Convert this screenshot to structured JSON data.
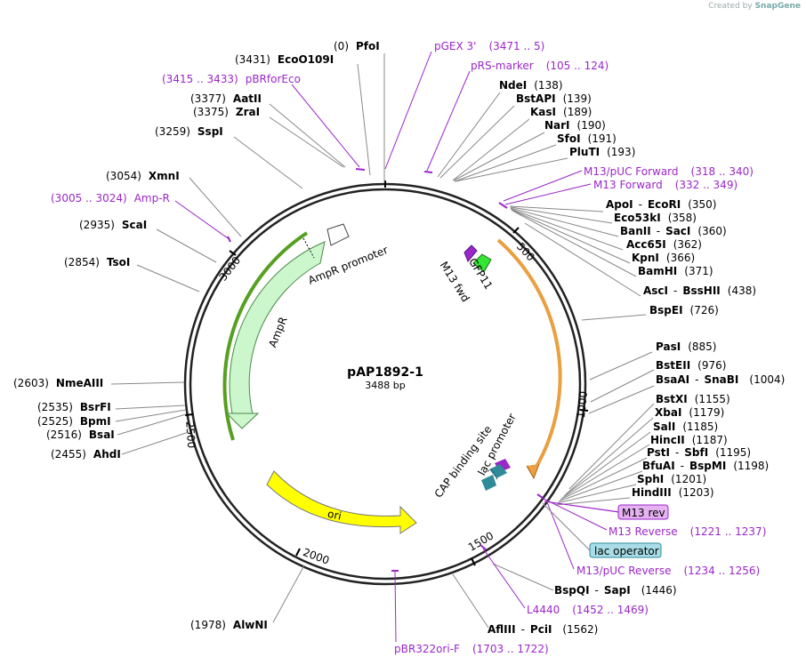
{
  "credit": {
    "prefix": "Created by",
    "brand": "SnapGene"
  },
  "plasmid": {
    "name": "pAP1892-1",
    "size": "3488 bp"
  },
  "ruler": [
    "500",
    "1000",
    "1500",
    "2000",
    "2500",
    "3000"
  ],
  "sites_right": [
    {
      "name": "NdeI",
      "pos": "(138)"
    },
    {
      "name": "BstAPI",
      "pos": "(139)"
    },
    {
      "name": "KasI",
      "pos": "(189)"
    },
    {
      "name": "NarI",
      "pos": "(190)"
    },
    {
      "name": "SfoI",
      "pos": "(191)"
    },
    {
      "name": "PluTI",
      "pos": "(193)"
    },
    {
      "name": "ApoI",
      "sep": "-",
      "name2": "EcoRI",
      "pos": "(350)"
    },
    {
      "name": "Eco53kI",
      "pos": "(358)"
    },
    {
      "name": "BanII",
      "sep": "-",
      "name2": "SacI",
      "pos": "(360)"
    },
    {
      "name": "Acc65I",
      "pos": "(362)"
    },
    {
      "name": "KpnI",
      "pos": "(366)"
    },
    {
      "name": "BamHI",
      "pos": "(371)"
    },
    {
      "name": "AscI",
      "sep": "-",
      "name2": "BssHII",
      "pos": "(438)"
    },
    {
      "name": "BspEI",
      "pos": "(726)"
    },
    {
      "name": "PasI",
      "pos": "(885)"
    },
    {
      "name": "BstEII",
      "pos": "(976)"
    },
    {
      "name": "BsaAI",
      "sep": "-",
      "name2": "SnaBI",
      "pos": "(1004)"
    },
    {
      "name": "BstXI",
      "pos": "(1155)"
    },
    {
      "name": "XbaI",
      "pos": "(1179)"
    },
    {
      "name": "SalI",
      "pos": "(1185)"
    },
    {
      "name": "HincII",
      "pos": "(1187)"
    },
    {
      "name": "PstI",
      "sep": "-",
      "name2": "SbfI",
      "pos": "(1195)"
    },
    {
      "name": "BfuAI",
      "sep": "-",
      "name2": "BspMI",
      "pos": "(1198)"
    },
    {
      "name": "SphI",
      "pos": "(1201)"
    },
    {
      "name": "HindIII",
      "pos": "(1203)"
    },
    {
      "name": "BspQI",
      "sep": "-",
      "name2": "SapI",
      "pos": "(1446)"
    },
    {
      "name": "AflIII",
      "sep": "-",
      "name2": "PciI",
      "pos": "(1562)"
    }
  ],
  "sites_left": [
    {
      "name": "PfoI",
      "pos": "(0)"
    },
    {
      "name": "EcoO109I",
      "pos": "(3431)"
    },
    {
      "name": "AatII",
      "pos": "(3377)"
    },
    {
      "name": "ZraI",
      "pos": "(3375)"
    },
    {
      "name": "SspI",
      "pos": "(3259)"
    },
    {
      "name": "XmnI",
      "pos": "(3054)"
    },
    {
      "name": "ScaI",
      "pos": "(2935)"
    },
    {
      "name": "TsoI",
      "pos": "(2854)"
    },
    {
      "name": "NmeAIII",
      "pos": "(2603)"
    },
    {
      "name": "BsrFI",
      "pos": "(2535)"
    },
    {
      "name": "BpmI",
      "pos": "(2525)"
    },
    {
      "name": "BsaI",
      "pos": "(2516)"
    },
    {
      "name": "AhdI",
      "pos": "(2455)"
    },
    {
      "name": "AlwNI",
      "pos": "(1978)"
    }
  ],
  "primers": [
    {
      "name": "pGEX 3'",
      "range": "(3471 .. 5)"
    },
    {
      "name": "pRS-marker",
      "range": "(105 .. 124)"
    },
    {
      "name": "pBRforEco",
      "range": "(3415 .. 3433)"
    },
    {
      "name": "M13/pUC Forward",
      "range": "(318 .. 340)"
    },
    {
      "name": "M13 Forward",
      "range": "(332 .. 349)"
    },
    {
      "name": "Amp-R",
      "range": "(3005 .. 3024)"
    },
    {
      "name": "M13 Reverse",
      "range": "(1221 .. 1237)"
    },
    {
      "name": "M13/pUC Reverse",
      "range": "(1234 .. 1256)"
    },
    {
      "name": "L4440",
      "range": "(1452 .. 1469)"
    },
    {
      "name": "pBR322ori-F",
      "range": "(1703 .. 1722)"
    }
  ],
  "boxed_features": [
    {
      "name": "M13 rev",
      "color": "#e6b3f2"
    },
    {
      "name": "lac operator",
      "color": "#a8dde8"
    }
  ],
  "features": {
    "ampr_promoter": "AmpR promoter",
    "ampr": "AmpR",
    "m13_fwd": "M13 fwd",
    "gfp11": "GFP11",
    "ori": "ori",
    "cap": "CAP binding site",
    "lac_promoter": "lac promoter"
  },
  "colors": {
    "primer": "#9b27c9",
    "ampr": "#ccf7cc",
    "ori": "#ffff00",
    "gfp": "#33e633",
    "orange_arc": "#e8a040",
    "teal": "#2f8a99"
  }
}
